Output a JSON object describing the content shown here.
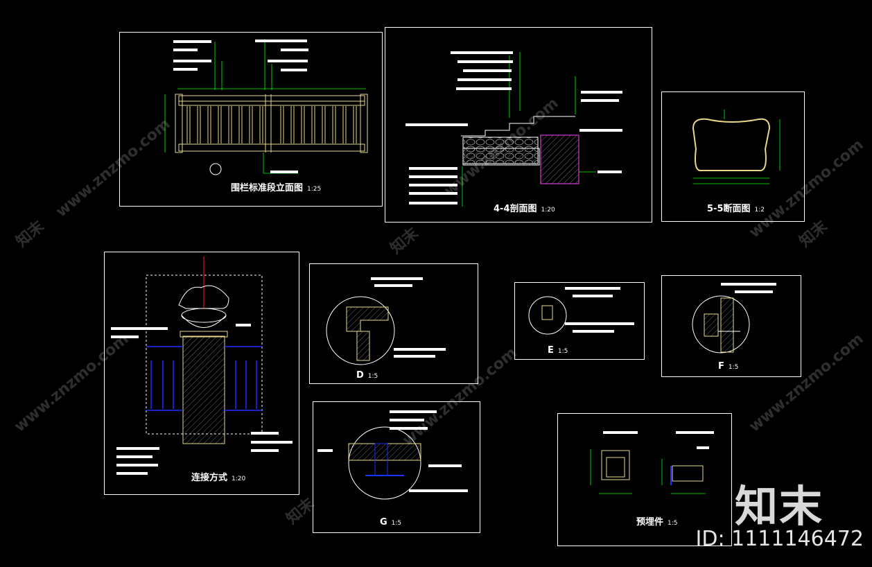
{
  "panels": {
    "railing": {
      "title": "围栏标准段立面图",
      "scale": "1:25"
    },
    "section44": {
      "title": "4-4剖面图",
      "scale": "1:20"
    },
    "section55": {
      "title": "5-5断面图",
      "scale": "1:2"
    },
    "connection": {
      "title": "连接方式",
      "scale": "1:20"
    },
    "detailD": {
      "title": "D",
      "scale": "1:5"
    },
    "detailE": {
      "title": "E",
      "scale": "1:5"
    },
    "detailF": {
      "title": "F",
      "scale": "1:5"
    },
    "detailG": {
      "title": "G",
      "scale": "1:5"
    },
    "embedded": {
      "title": "预埋件",
      "scale": "1:5"
    }
  },
  "watermark": {
    "text": "www.znzmo.com",
    "brand": "知末"
  },
  "brand_text": "知末",
  "id_text": "ID: 1111146472",
  "colors": {
    "line": "#ffffff",
    "accent": "#e8d98a",
    "green": "#00ff00",
    "blue": "#2030ff",
    "red": "#ff2020"
  }
}
